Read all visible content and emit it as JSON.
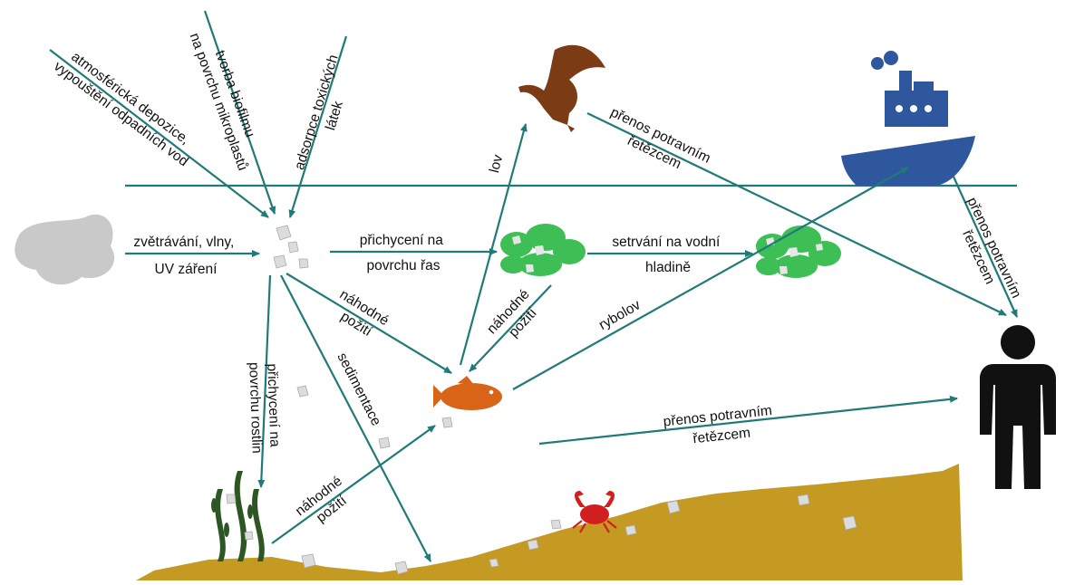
{
  "colors": {
    "arrow": "#1f7a78",
    "sediment": "#c49a22",
    "algae": "#3dbf55",
    "fish": "#d86418",
    "eagle": "#7b3b14",
    "ship": "#2e579e",
    "human": "#111111",
    "rock": "#c9c9c9",
    "crab": "#d21e1e",
    "plant": "#2e5524",
    "plastic": "#dcdcdc"
  },
  "icons": [
    "rock-icon",
    "microplastic-icon",
    "algae-icon",
    "fish-icon",
    "eagle-icon",
    "ship-icon",
    "human-icon",
    "crab-icon",
    "seaweed-icon"
  ],
  "labels": {
    "atmos_1": "atmosférická depozice,",
    "atmos_2": "vypouštění odpadních vod",
    "biofilm_1": "tvorba biofilmu",
    "biofilm_2": "na povrchu mikroplastů",
    "adsorb_1": "adsorpce toxických",
    "adsorb_2": "látek",
    "weather_1": "zvětrávání, vlny,",
    "weather_2": "UV záření",
    "attach_algae_1": "přichycení na",
    "attach_algae_2": "povrchu řas",
    "surface_1": "setrvání na vodní",
    "surface_2": "hladině",
    "hunt": "lov",
    "transfer_eagle_1": "přenos potravním",
    "transfer_eagle_2": "řetězcem",
    "transfer_ship_1": "přenos potravním",
    "transfer_ship_2": "řetězcem",
    "ingest_1_a": "náhodné",
    "ingest_1_b": "požití",
    "ingest_algae_a": "náhodné",
    "ingest_algae_b": "požití",
    "fishing": "rybolov",
    "attach_plants_1": "přichycení na",
    "attach_plants_2": "povrchu rostlin",
    "sedimentation": "sedimentace",
    "ingest_plant_a": "náhodné",
    "ingest_plant_b": "požití",
    "transfer_fish_1": "přenos potravním",
    "transfer_fish_2": "řetězcem"
  }
}
